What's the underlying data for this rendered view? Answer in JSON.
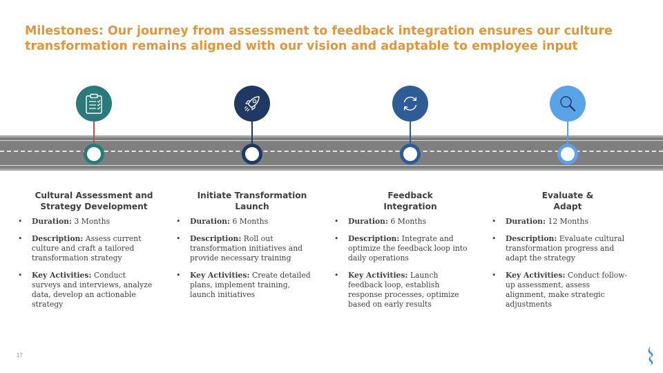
{
  "title": "Milestones: Our journey from assessment to feedback integration ensures our culture transformation remains aligned with our vision and adaptable to employee input",
  "page_number": "17",
  "colors": {
    "title": "#E0973A",
    "milestone_1": "#2B7A7B",
    "milestone_2": "#1F3864",
    "milestone_3": "#2E5C94",
    "milestone_4": "#5BA3E8",
    "connector_1": "#C0504D",
    "road": "#7F7F7F",
    "logo": "#4A90D9"
  },
  "milestones": [
    {
      "icon": "clipboard-checklist-icon",
      "title_lines": [
        "Cultural Assessment and",
        "Strategy Development"
      ],
      "duration_label": "Duration:",
      "duration_value": "3 Months",
      "description_label": "Description:",
      "description_value": "Assess current culture and craft a tailored transformation strategy",
      "activities_label": "Key Activities:",
      "activities_value": "Conduct surveys and interviews, analyze data, develop an actionable strategy"
    },
    {
      "icon": "rocket-icon",
      "title_lines": [
        "Initiate Transformation",
        "Launch"
      ],
      "duration_label": "Duration:",
      "duration_value": "6 Months",
      "description_label": "Description:",
      "description_value": "Roll out transformation initiatives and provide necessary training",
      "activities_label": "Key Activities:",
      "activities_value": "Create detailed plans, implement training, launch initiatives"
    },
    {
      "icon": "refresh-cycle-icon",
      "title_lines": [
        "Feedback",
        "Integration"
      ],
      "duration_label": "Duration:",
      "duration_value": "6 Months",
      "description_label": "Description:",
      "description_value": "Integrate and optimize the feedback loop into daily operations",
      "activities_label": "Key Activities:",
      "activities_value": "Launch feedback loop, establish response processes, optimize based on early results"
    },
    {
      "icon": "magnifier-icon",
      "title_lines": [
        "Evaluate &",
        "Adapt"
      ],
      "duration_label": "Duration:",
      "duration_value": "12 Months",
      "description_label": "Description:",
      "description_value": "Evaluate cultural transformation progress and adapt the strategy",
      "activities_label": "Key Activities:",
      "activities_value": "Conduct follow-up assessment, assess alignment, make strategic adjustments"
    }
  ]
}
